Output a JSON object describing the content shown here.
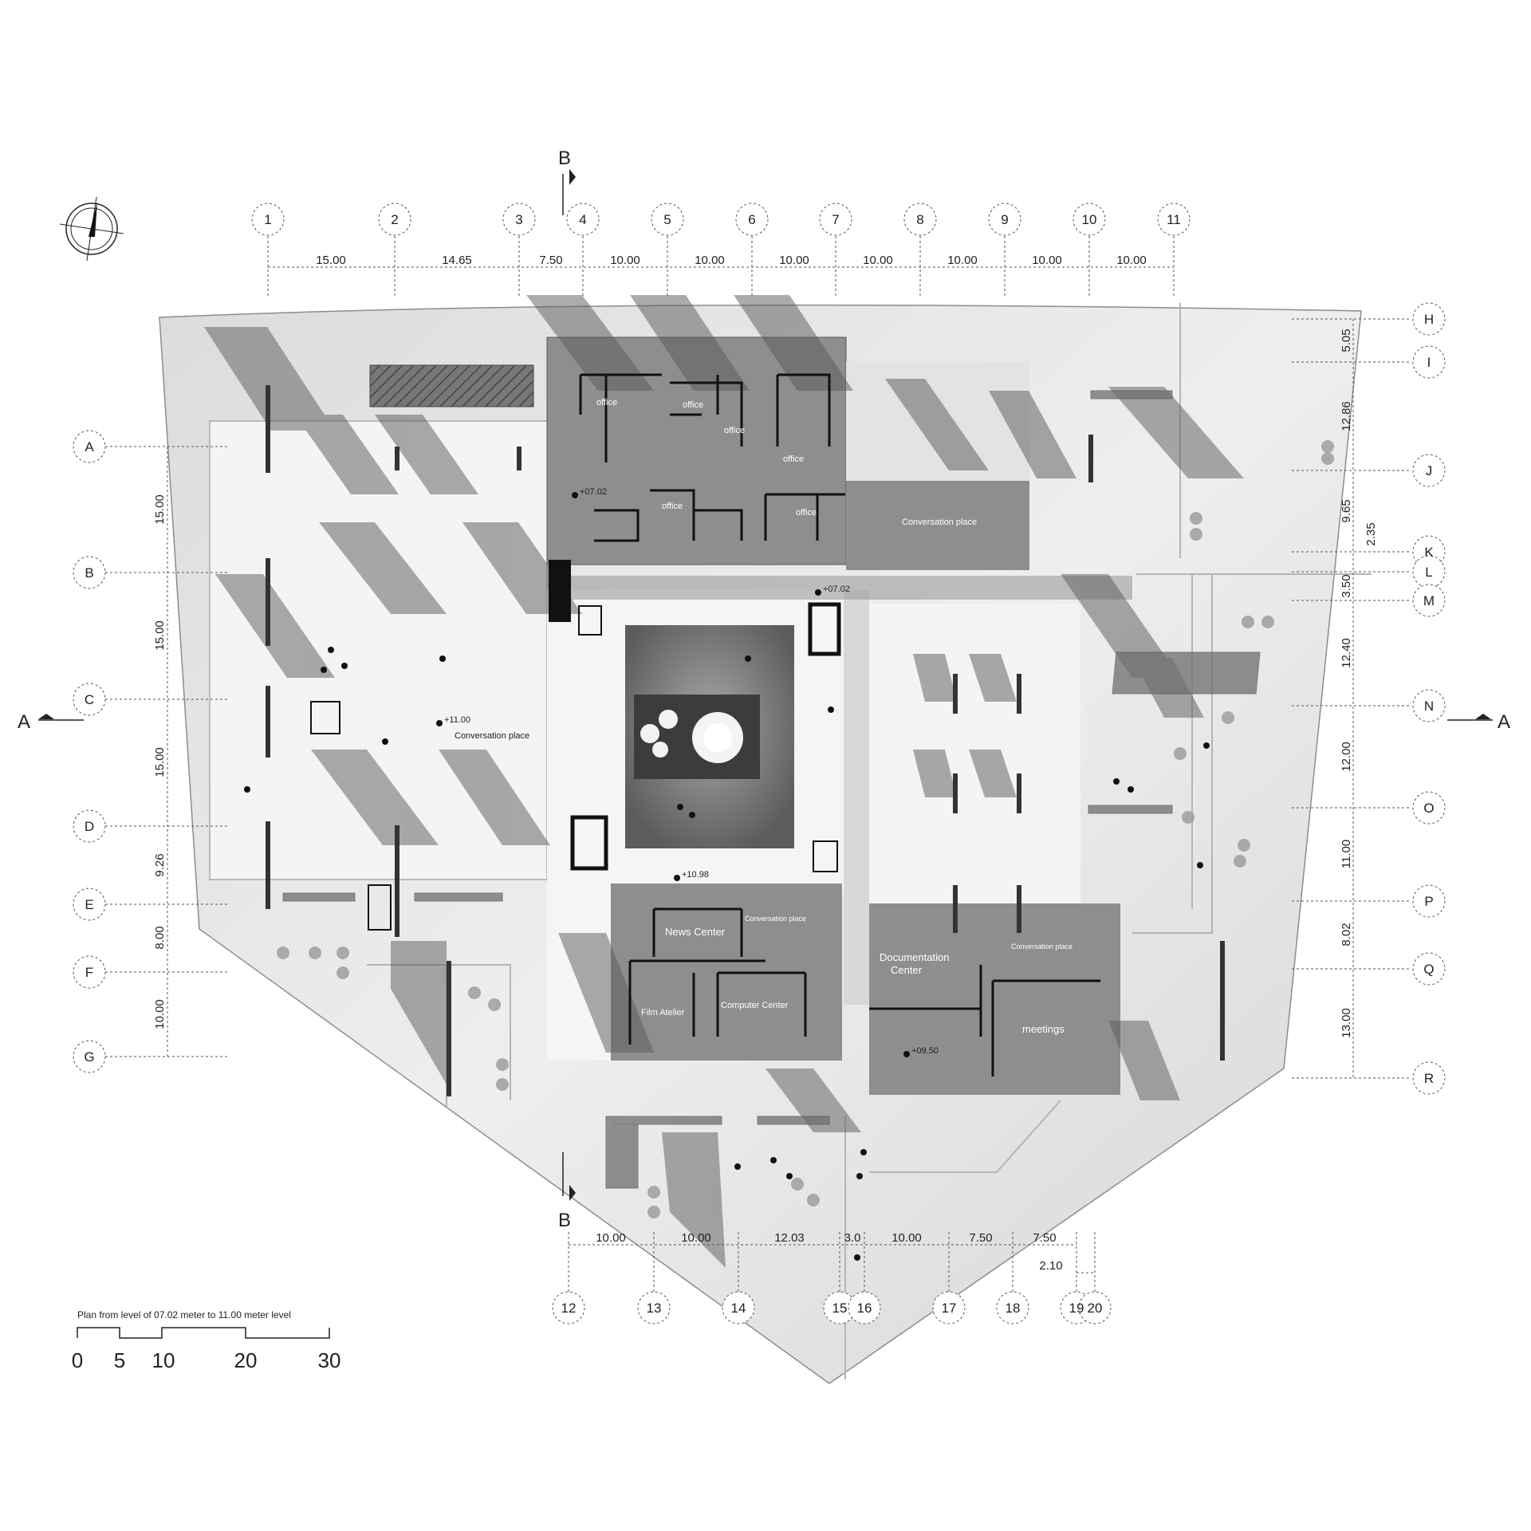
{
  "caption": "Plan from level of 07.02 meter to 11.00 meter level",
  "scale_labels": [
    "0",
    "5",
    "10",
    "20",
    "30"
  ],
  "section_markers": {
    "a_left": "A",
    "a_right": "A",
    "b_top": "B",
    "b_bottom": "B"
  },
  "grid_top": [
    "1",
    "2",
    "3",
    "4",
    "5",
    "6",
    "7",
    "8",
    "9",
    "10",
    "11"
  ],
  "dims_top": [
    "15.00",
    "14.65",
    "7.50",
    "10.00",
    "10.00",
    "10.00",
    "10.00",
    "10.00",
    "10.00",
    "10.00"
  ],
  "grid_left": [
    "A",
    "B",
    "C",
    "D",
    "E",
    "F",
    "G"
  ],
  "dims_left": [
    "15.00",
    "15.00",
    "15.00",
    "9.26",
    "8.00",
    "10.00"
  ],
  "grid_right": [
    "H",
    "I",
    "J",
    "K",
    "L",
    "M",
    "N",
    "O",
    "P",
    "Q",
    "R"
  ],
  "dims_right": [
    "5.05",
    "12.86",
    "9.65",
    "2.35",
    "3.50",
    "12.40",
    "12.00",
    "11.00",
    "8.02",
    "13.00"
  ],
  "grid_bottom": [
    "12",
    "13",
    "14",
    "15",
    "16",
    "17",
    "18",
    "19",
    "20"
  ],
  "dims_bottom": [
    "10.00",
    "10.00",
    "12.03",
    "3.0",
    "10.00",
    "7.50",
    "7.50",
    "2.10"
  ],
  "levels": [
    "+07.02",
    "+07.02",
    "+11.00",
    "+10.98",
    "+09.50"
  ],
  "rooms": {
    "office_1": "office",
    "office_2": "office",
    "office_3": "office",
    "office_4": "office",
    "office_5": "office",
    "office_6": "office",
    "conversation_ne": "Conversation place",
    "conversation_w": "Conversation place",
    "conversation_s": "Conversation place",
    "conversation_se": "Conversation place",
    "news_center": "News Center",
    "film_atelier": "Film Atelier",
    "computer_center": "Computer Center",
    "documentation_center": [
      "Documentation",
      "Center"
    ],
    "meetings": "meetings"
  },
  "colors": {
    "site": "#e6e6e6",
    "dark_block": "#8a8a8a",
    "light_block": "#f4f4f4",
    "shadow": "#606060"
  }
}
